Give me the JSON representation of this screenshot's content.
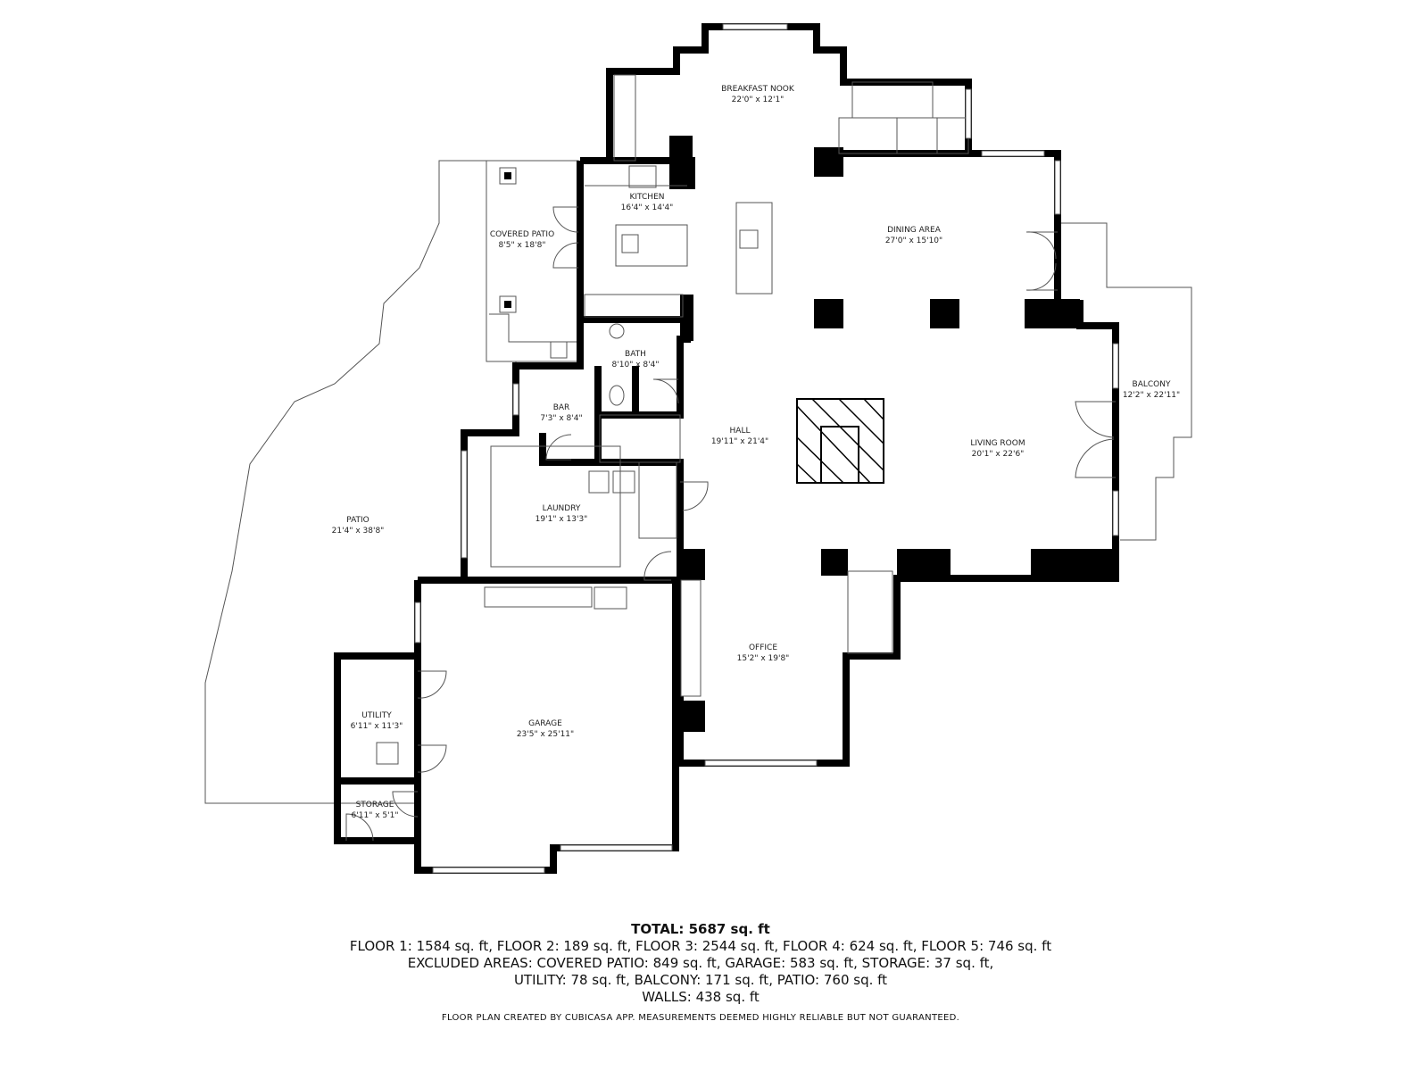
{
  "rooms": {
    "breakfast_nook": {
      "name": "BREAKFAST NOOK",
      "dims": "22'0\" x 12'1\""
    },
    "kitchen": {
      "name": "KITCHEN",
      "dims": "16'4\" x 14'4\""
    },
    "covered_patio": {
      "name": "COVERED PATIO",
      "dims": "8'5\" x 18'8\""
    },
    "dining_area": {
      "name": "DINING AREA",
      "dims": "27'0\" x 15'10\""
    },
    "bath": {
      "name": "BATH",
      "dims": "8'10\" x 8'4\""
    },
    "bar": {
      "name": "BAR",
      "dims": "7'3\" x 8'4\""
    },
    "hall": {
      "name": "HALL",
      "dims": "19'11\" x 21'4\""
    },
    "living_room": {
      "name": "LIVING ROOM",
      "dims": "20'1\" x 22'6\""
    },
    "balcony": {
      "name": "BALCONY",
      "dims": "12'2\" x 22'11\""
    },
    "laundry": {
      "name": "LAUNDRY",
      "dims": "19'1\" x 13'3\""
    },
    "patio": {
      "name": "PATIO",
      "dims": "21'4\" x 38'8\""
    },
    "office": {
      "name": "OFFICE",
      "dims": "15'2\" x 19'8\""
    },
    "utility": {
      "name": "UTILITY",
      "dims": "6'11\" x 11'3\""
    },
    "garage": {
      "name": "GARAGE",
      "dims": "23'5\" x 25'11\""
    },
    "storage": {
      "name": "STORAGE",
      "dims": "6'11\" x 5'1\""
    }
  },
  "summary": {
    "total": "TOTAL: 5687 sq. ft",
    "floors": "FLOOR 1: 1584 sq. ft, FLOOR 2: 189 sq. ft, FLOOR 3: 2544 sq. ft, FLOOR 4: 624 sq. ft, FLOOR 5: 746 sq. ft",
    "excluded_1": "EXCLUDED AREAS: COVERED PATIO: 849 sq. ft, GARAGE: 583 sq. ft, STORAGE: 37 sq. ft,",
    "excluded_2": "UTILITY: 78 sq. ft, BALCONY: 171 sq. ft, PATIO: 760 sq. ft",
    "walls": "WALLS: 438 sq. ft"
  },
  "credit": "FLOOR PLAN CREATED BY CUBICASA APP. MEASUREMENTS DEEMED HIGHLY RELIABLE BUT NOT GUARANTEED."
}
